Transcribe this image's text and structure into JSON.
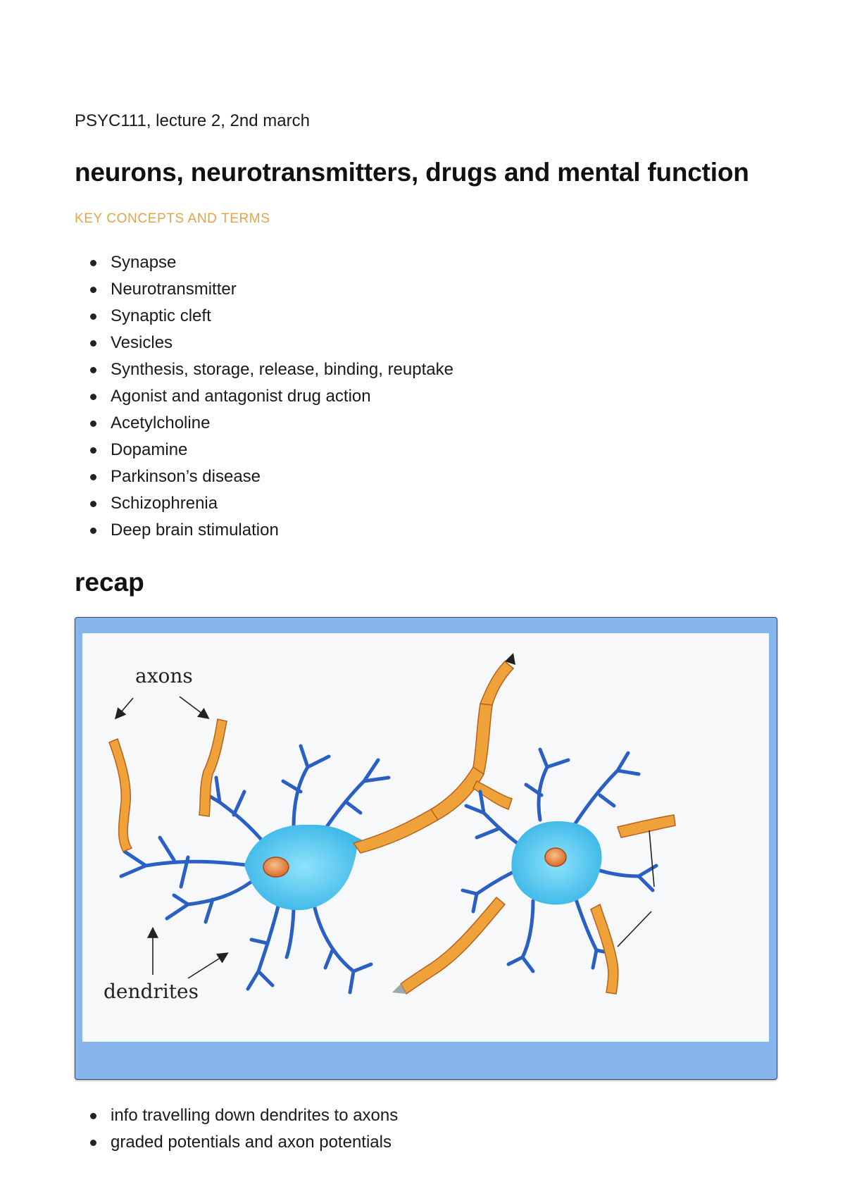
{
  "header": {
    "course_line": "PSYC111, lecture 2, 2nd march",
    "title": "neurons, neurotransmitters, drugs and mental function"
  },
  "key_concepts": {
    "label": "KEY CONCEPTS AND TERMS",
    "items": [
      "Synapse",
      "Neurotransmitter",
      "Synaptic cleft",
      "Vesicles",
      "Synthesis, storage, release, binding, reuptake",
      "Agonist and antagonist drug action",
      "Acetylcholine",
      "Dopamine",
      "Parkinson’s disease",
      "Schizophrenia",
      "Deep brain stimulation"
    ]
  },
  "recap": {
    "heading": "recap",
    "figure": {
      "labels": {
        "axons": "axons",
        "dendrites": "dendrites"
      }
    },
    "items": [
      "info travelling down dendrites to axons",
      "graded potentials and axon potentials"
    ]
  },
  "colors": {
    "accent_label": "#e3a44a",
    "figure_frame": "#86b5ee",
    "neuron_body": "#4fc6ef",
    "dendrite": "#2a5fc4",
    "axon_myelin": "#f0a23a",
    "nucleus": "#e07a3a"
  }
}
